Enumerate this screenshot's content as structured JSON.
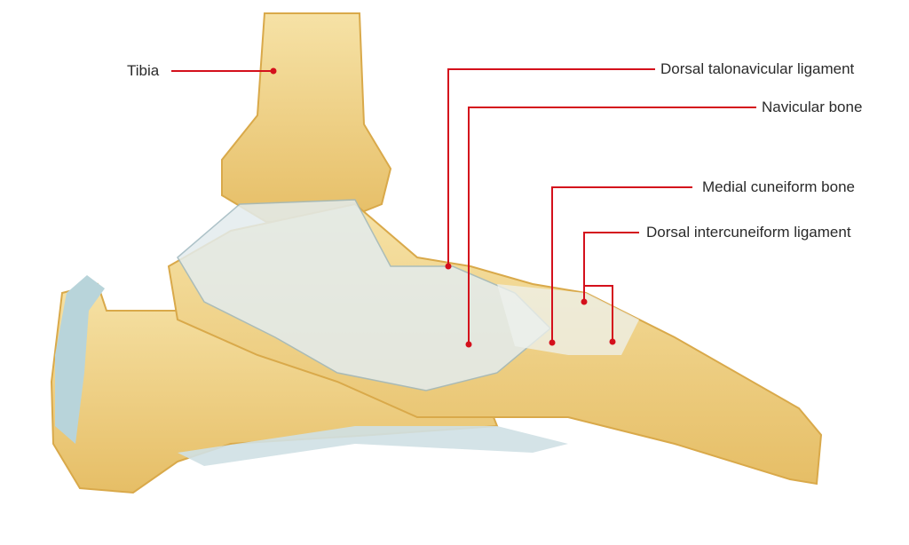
{
  "labels": {
    "tibia": "Tibia",
    "dorsal_talonavicular": "Dorsal talonavicular ligament",
    "navicular": "Navicular bone",
    "medial_cuneiform": "Medial cuneiform bone",
    "dorsal_intercuneiform": "Dorsal intercuneiform ligament"
  },
  "colors": {
    "leader": "#d4101c",
    "bone": "#f1d58e",
    "ligament": "#dfe9ec"
  }
}
